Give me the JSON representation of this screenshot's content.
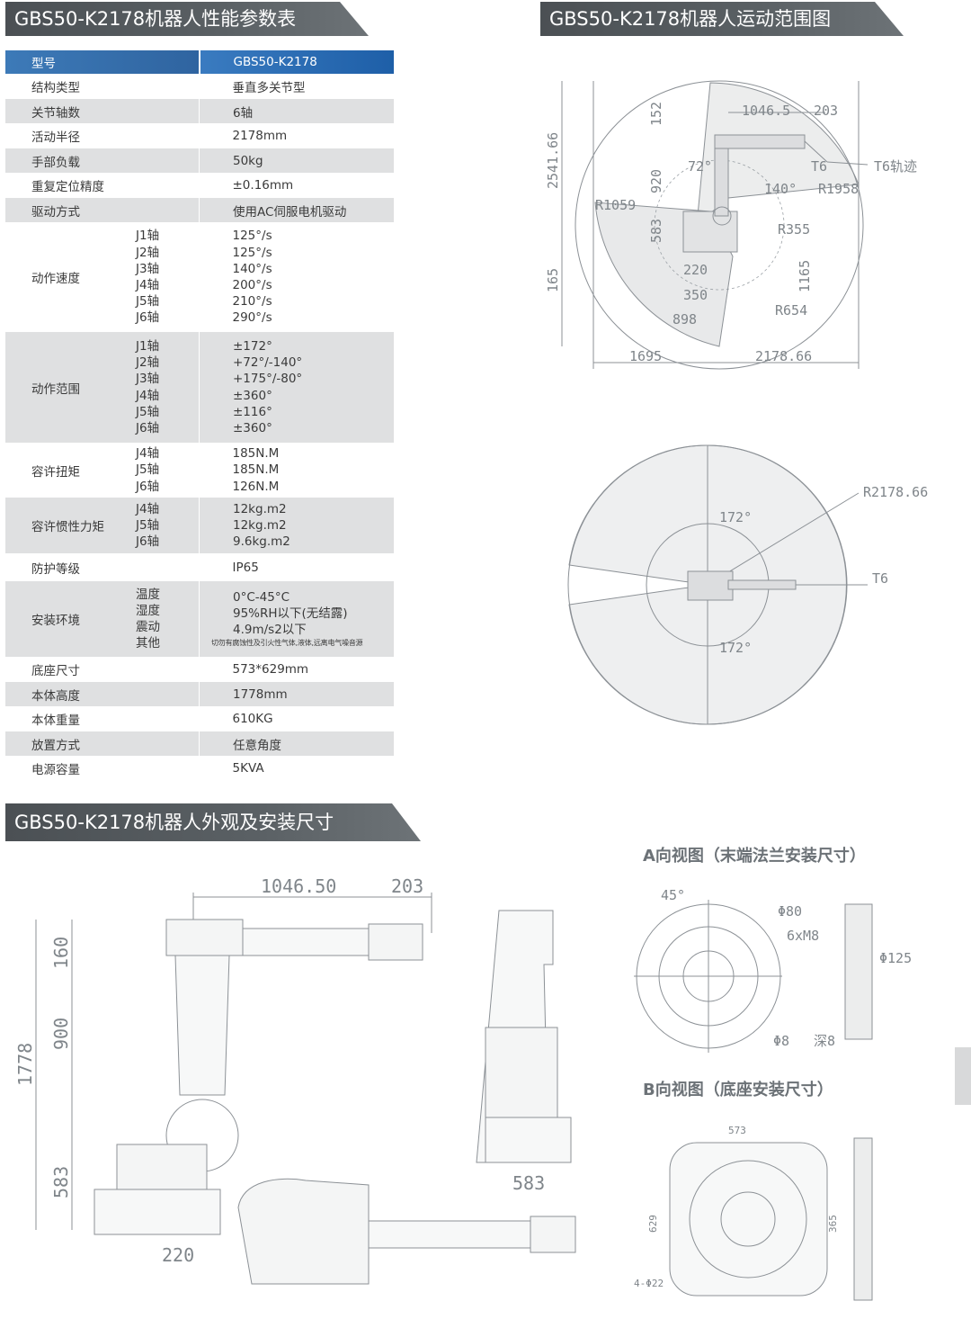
{
  "headings": {
    "spec": "GBS50-K2178机器人性能参数表",
    "range": "GBS50-K2178机器人运动范围图",
    "appearance": "GBS50-K2178机器人外观及安装尺寸"
  },
  "spec_rows": [
    {
      "label": "型号",
      "value": "GBS50-K2178"
    },
    {
      "label": "结构类型",
      "value": "垂直多关节型"
    },
    {
      "label": "关节轴数",
      "value": "6轴"
    },
    {
      "label": "活动半径",
      "value": "2178mm"
    },
    {
      "label": "手部负载",
      "value": "50kg"
    },
    {
      "label": "重复定位精度",
      "value": "±0.16mm"
    },
    {
      "label": "驱动方式",
      "value": "使用AC伺服电机驱动"
    }
  ],
  "speed": {
    "label": "动作速度",
    "axes": [
      "J1轴",
      "J2轴",
      "J3轴",
      "J4轴",
      "J5轴",
      "J6轴"
    ],
    "values": [
      "125°/s",
      "125°/s",
      "140°/s",
      "200°/s",
      "210°/s",
      "290°/s"
    ]
  },
  "range": {
    "label": "动作范围",
    "axes": [
      "J1轴",
      "J2轴",
      "J3轴",
      "J4轴",
      "J5轴",
      "J6轴"
    ],
    "values": [
      "±172°",
      "+72°/-140°",
      "+175°/-80°",
      "±360°",
      "±116°",
      "±360°"
    ]
  },
  "torque": {
    "label": "容许扭矩",
    "axes": [
      "J4轴",
      "J5轴",
      "J6轴"
    ],
    "values": [
      "185N.M",
      "185N.M",
      "126N.M"
    ]
  },
  "inertia": {
    "label": "容许惯性力矩",
    "axes": [
      "J4轴",
      "J5轴",
      "J6轴"
    ],
    "values": [
      "12kg.m2",
      "12kg.m2",
      "9.6kg.m2"
    ]
  },
  "protection": {
    "label": "防护等级",
    "value": "IP65"
  },
  "environment": {
    "label": "安装环境",
    "items": [
      "温度",
      "湿度",
      "震动",
      "其他"
    ],
    "values": [
      "0°C-45°C",
      "95%RH以下(无结露)",
      "4.9m/s2以下",
      "切勿有腐蚀性及引火性气体,液体,远离电气噪音源"
    ]
  },
  "tail_rows": [
    {
      "label": "底座尺寸",
      "value": "573*629mm"
    },
    {
      "label": "本体高度",
      "value": "1778mm"
    },
    {
      "label": "本体重量",
      "value": "610KG"
    },
    {
      "label": "放置方式",
      "value": "任意角度"
    },
    {
      "label": "电源容量",
      "value": "5KVA"
    }
  ],
  "side_dims": {
    "d1": "1046.5",
    "d2": "203",
    "h1": "2541.66",
    "h2": "165",
    "a72": "72°",
    "r1059": "R1059",
    "r1958": "R1958",
    "r355": "R355",
    "r654": "R654",
    "v152": "152",
    "v920": "920",
    "v583": "583",
    "v220": "220",
    "v350": "350",
    "v898": "898",
    "v1165": "1165",
    "v140": "140°",
    "w1695": "1695",
    "w2178": "2178.66",
    "t6": "T6",
    "t6track": "T6轨迹"
  },
  "top_dims": {
    "r": "R2178.66",
    "a1": "172°",
    "a2": "172°",
    "t": "T6"
  },
  "app_dims": {
    "d1": "1046.50",
    "d2": "203",
    "v160": "160",
    "v900": "900",
    "v1778": "1778",
    "v583": "583",
    "v220": "220",
    "v583b": "583"
  },
  "view_a": {
    "title": "A向视图（末端法兰安装尺寸）",
    "dims": [
      "45°",
      "Φ80",
      "6xM8",
      "Φ125",
      "Φ8",
      "深8"
    ]
  },
  "view_b": {
    "title": "B向视图（底座安装尺寸）",
    "dims": [
      "4-Φ22",
      "573",
      "629",
      "365"
    ]
  }
}
